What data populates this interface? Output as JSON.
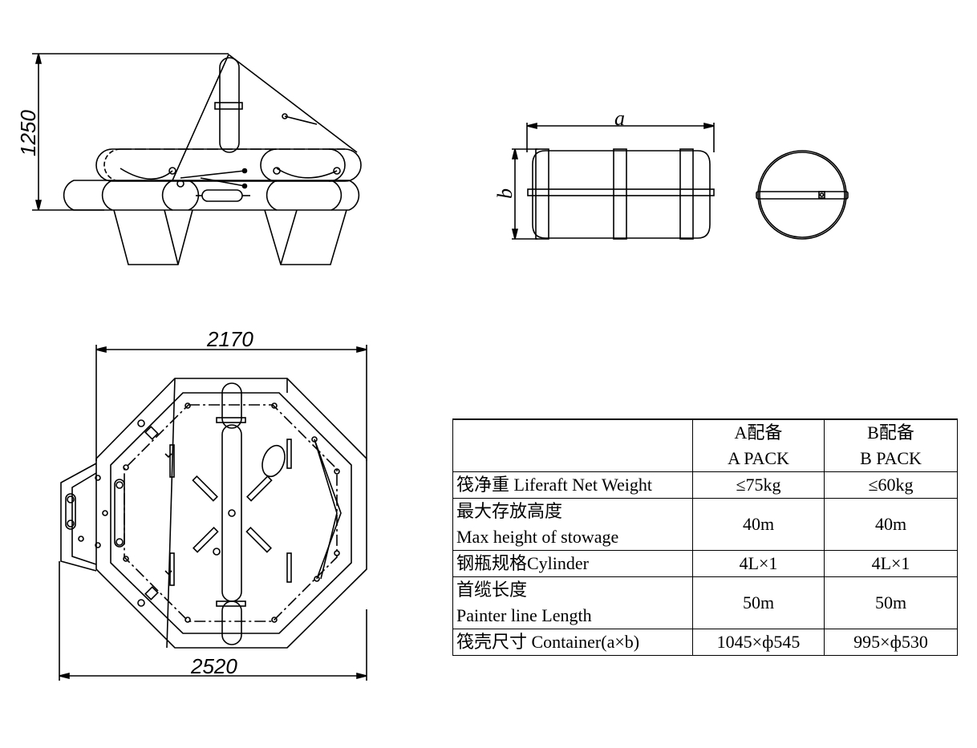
{
  "dimensions": {
    "side_height": "1250",
    "container_length": "a",
    "container_diameter": "b",
    "top_width": "2170",
    "top_overall": "2520"
  },
  "table": {
    "header": {
      "blank": "",
      "col_a": [
        "A配备",
        "A PACK"
      ],
      "col_b": [
        "B配备",
        "B PACK"
      ]
    },
    "rows": [
      {
        "label": [
          "筏净重 Liferaft Net Weight"
        ],
        "a": "≤75kg",
        "b": "≤60kg"
      },
      {
        "label": [
          "最大存放高度",
          "Max height of stowage"
        ],
        "a": "40m",
        "b": "40m"
      },
      {
        "label": [
          "钢瓶规格Cylinder"
        ],
        "a": "4L×1",
        "b": "4L×1"
      },
      {
        "label": [
          "首缆长度",
          "Painter line Length"
        ],
        "a": "50m",
        "b": "50m"
      },
      {
        "label": [
          "筏壳尺寸 Container(a×b)"
        ],
        "a": "1045×ф545",
        "b": "995×ф530"
      }
    ]
  }
}
